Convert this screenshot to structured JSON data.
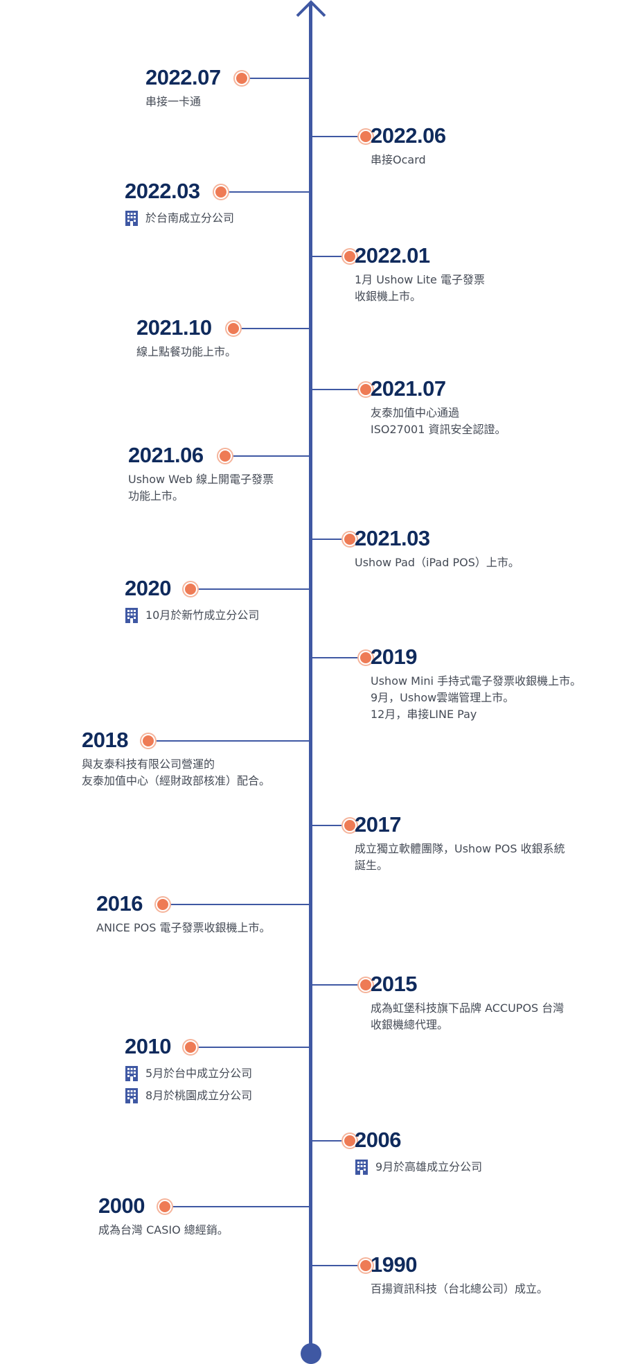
{
  "colors": {
    "line": "#3f58a3",
    "dot": "#ee7b55",
    "year": "#0f2a5c",
    "text": "#444a55"
  },
  "icons": {
    "top": "arrow-up-icon",
    "office": "building-icon"
  },
  "events": [
    {
      "year": "2022.07",
      "desc": [
        "串接一卡通"
      ],
      "offices": []
    },
    {
      "year": "2022.06",
      "desc": [
        "串接Ocard"
      ],
      "offices": []
    },
    {
      "year": "2022.03",
      "desc": [],
      "offices": [
        "於台南成立分公司"
      ]
    },
    {
      "year": "2022.01",
      "desc": [
        "1月 Ushow Lite 電子發票",
        "收銀機上市。"
      ],
      "offices": []
    },
    {
      "year": "2021.10",
      "desc": [
        "線上點餐功能上市。"
      ],
      "offices": []
    },
    {
      "year": "2021.07",
      "desc": [
        "友泰加值中心通過",
        "ISO27001 資訊安全認證。"
      ],
      "offices": []
    },
    {
      "year": "2021.06",
      "desc": [
        "Ushow Web 線上開電子發票",
        "功能上市。"
      ],
      "offices": []
    },
    {
      "year": "2021.03",
      "desc": [
        "Ushow Pad（iPad POS）上市。"
      ],
      "offices": []
    },
    {
      "year": "2020",
      "desc": [],
      "offices": [
        "10月於新竹成立分公司"
      ]
    },
    {
      "year": "2019",
      "desc": [
        "Ushow Mini 手持式電子發票收銀機上市。",
        "9月，Ushow雲端管理上市。",
        "12月，串接LINE Pay"
      ],
      "offices": []
    },
    {
      "year": "2018",
      "desc": [
        "與友泰科技有限公司營運的",
        "友泰加值中心（經財政部核准）配合。"
      ],
      "offices": []
    },
    {
      "year": "2017",
      "desc": [
        "成立獨立軟體團隊，Ushow POS 收銀系統",
        "誕生。"
      ],
      "offices": []
    },
    {
      "year": "2016",
      "desc": [
        "ANICE POS 電子發票收銀機上市。"
      ],
      "offices": []
    },
    {
      "year": "2015",
      "desc": [
        "成為虹堡科技旗下品牌 ACCUPOS 台灣",
        "收銀機總代理。"
      ],
      "offices": []
    },
    {
      "year": "2010",
      "desc": [],
      "offices": [
        "5月於台中成立分公司",
        "8月於桃園成立分公司"
      ]
    },
    {
      "year": "2006",
      "desc": [],
      "offices": [
        "9月於高雄成立分公司"
      ]
    },
    {
      "year": "2000",
      "desc": [
        "成為台灣 CASIO 總經銷。"
      ],
      "offices": []
    },
    {
      "year": "1990",
      "desc": [
        "百揚資訊科技（台北總公司）成立。"
      ],
      "offices": []
    }
  ]
}
